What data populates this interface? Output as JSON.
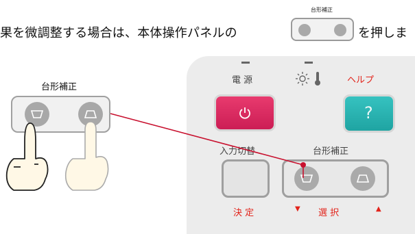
{
  "instruction": {
    "text_before": "果を微調整する場合は、本体操作パネルの",
    "button_label": "台形補正",
    "text_after": "を押しま"
  },
  "zoom_panel": {
    "title": "台形補正",
    "icons": [
      "keystone-down-icon",
      "keystone-up-icon"
    ]
  },
  "projector_panel": {
    "power_label": "電 源",
    "lamp_temp_icons": [
      "lamp-icon",
      "thermometer-icon"
    ],
    "help_label": "ヘルプ",
    "help_symbol": "?",
    "input_label": "入力切替",
    "keystone_label": "台形補正",
    "enter_label": "決 定",
    "select_label": "選 択",
    "select_down_symbol": "▼",
    "select_up_symbol": "▲"
  },
  "colors": {
    "accent_red": "#e2231a",
    "power_pink": "#d92a60",
    "help_teal": "#2ab3b1",
    "line_red": "#c8102e"
  }
}
